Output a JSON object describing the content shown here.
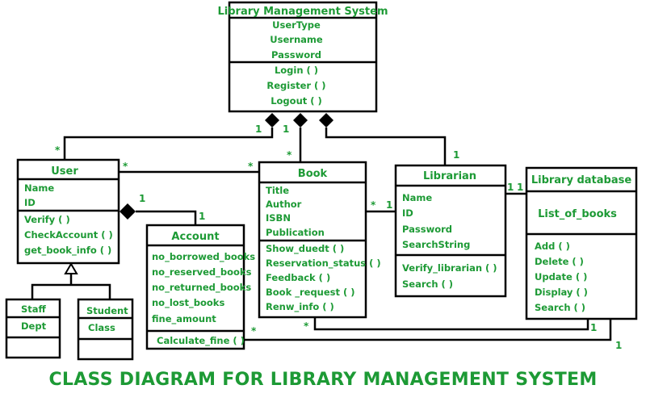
{
  "colors": {
    "text": "#1d9a35",
    "line": "#000000",
    "background": "#ffffff"
  },
  "caption": "CLASS DIAGRAM FOR LIBRARY MANAGEMENT SYSTEM",
  "classes": {
    "lms": {
      "title": "Library Management System",
      "attributes": [
        "UserType",
        "Username",
        "Password"
      ],
      "methods": [
        "Login ( )",
        "Register ( )",
        "Logout ( )"
      ]
    },
    "user": {
      "title": "User",
      "attributes": [
        "Name",
        "ID"
      ],
      "methods": [
        "Verify ( )",
        "CheckAccount ( )",
        "get_book_info ( )"
      ]
    },
    "book": {
      "title": "Book",
      "attributes": [
        "Title",
        "Author",
        "ISBN",
        "Publication"
      ],
      "methods": [
        "Show_duedt ( )",
        "Reservation_status ( )",
        "Feedback ( )",
        "Book _request ( )",
        "Renw_info ( )"
      ]
    },
    "librarian": {
      "title": "Librarian",
      "attributes": [
        "Name",
        "ID",
        "Password",
        "SearchString"
      ],
      "methods": [
        "Verify_librarian ( )",
        "Search ( )"
      ]
    },
    "library_db": {
      "title": "Library database",
      "attributes": [
        "List_of_books"
      ],
      "methods": [
        "Add ( )",
        "Delete ( )",
        "Update ( )",
        "Display ( )",
        "Search ( )"
      ]
    },
    "account": {
      "title": "Account",
      "attributes": [
        "no_borrowed_books",
        "no_reserved_books",
        "no_returned_books",
        "no_lost_books",
        "fine_amount"
      ],
      "methods": [
        "Calculate_fine ( )"
      ]
    },
    "staff": {
      "title": "Staff",
      "attributes": [
        "Dept"
      ]
    },
    "student": {
      "title": "Student",
      "attributes": [
        "Class"
      ]
    }
  },
  "multiplicities": {
    "lms_user": "1",
    "user_lms": "*",
    "lms_book": "1",
    "book_lms": "*",
    "lms_librarian": "1",
    "user_book_user": "*",
    "user_book_book": "*",
    "user_account_user": "1",
    "user_account_account": "1",
    "book_librarian_book": "*",
    "book_librarian_librarian": "1",
    "librarian_db_librarian": "1",
    "librarian_db_db": "1",
    "book_db_book": "*",
    "book_db_db": "1",
    "account_db_account": "*",
    "account_db_db": "1"
  }
}
